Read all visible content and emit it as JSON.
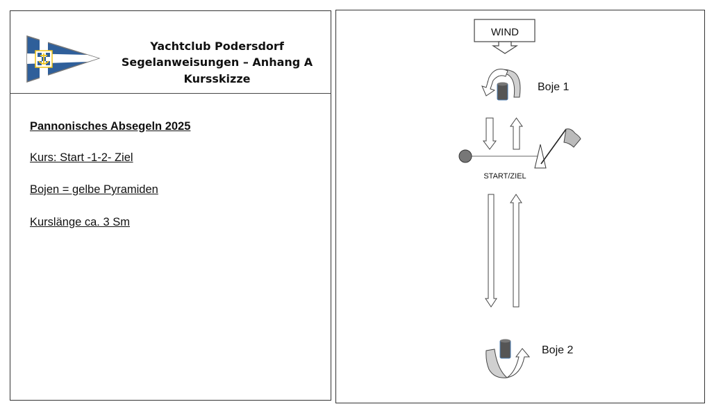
{
  "header": {
    "club": "Yachtclub Podersdorf",
    "subtitle": "Segelanweisungen – Anhang A",
    "page_title": "Kursskizze"
  },
  "info": {
    "event": "Pannonisches Absegeln 2025",
    "course": "Kurs: Start -1-2- Ziel",
    "marks": "Bojen = gelbe Pyramiden",
    "length": "Kurslänge ca. 3 Sm"
  },
  "diagram": {
    "wind": "WIND",
    "mark1": "Boje 1",
    "mark2": "Boje 2",
    "start_finish": "START/ZIEL"
  },
  "colors": {
    "flag_blue": "#2f5f9a",
    "flag_yellow": "#f0c419",
    "mark": "#555555",
    "rounding": "#d0d0d0"
  }
}
